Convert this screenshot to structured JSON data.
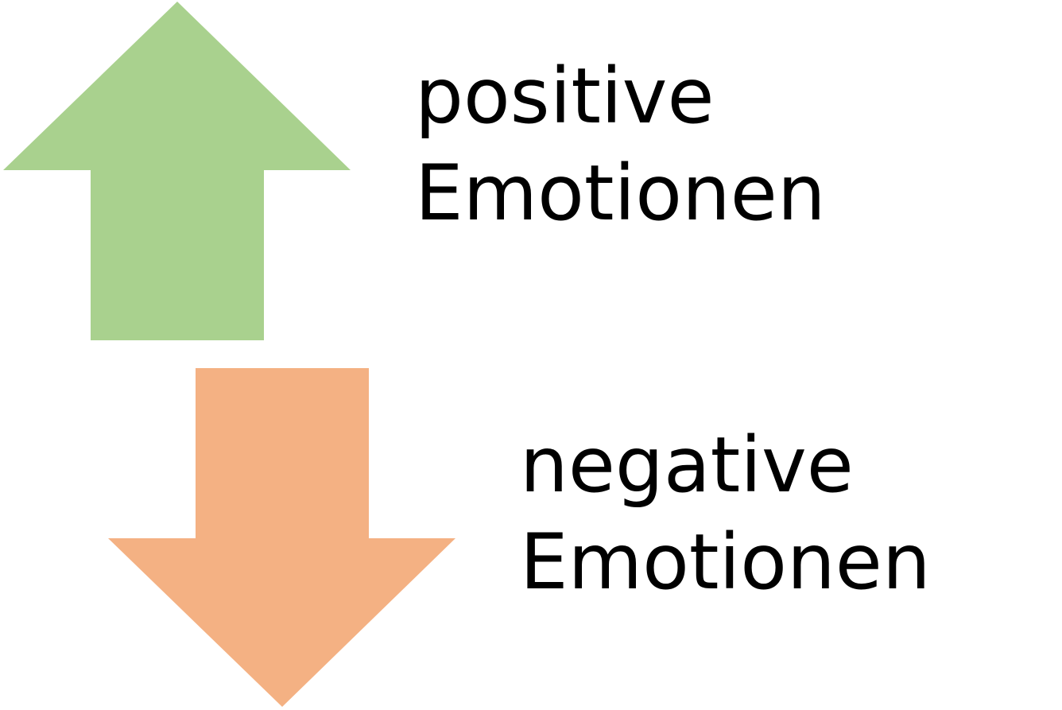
{
  "up_arrow": {
    "color": "#A9D18E",
    "direction": "up",
    "label": {
      "line1": "positive",
      "line2": "Emotionen"
    }
  },
  "down_arrow": {
    "color": "#F4B183",
    "direction": "down",
    "label": {
      "line1": "negative",
      "line2": "Emotionen"
    }
  },
  "background_color": "#FFFFFF"
}
